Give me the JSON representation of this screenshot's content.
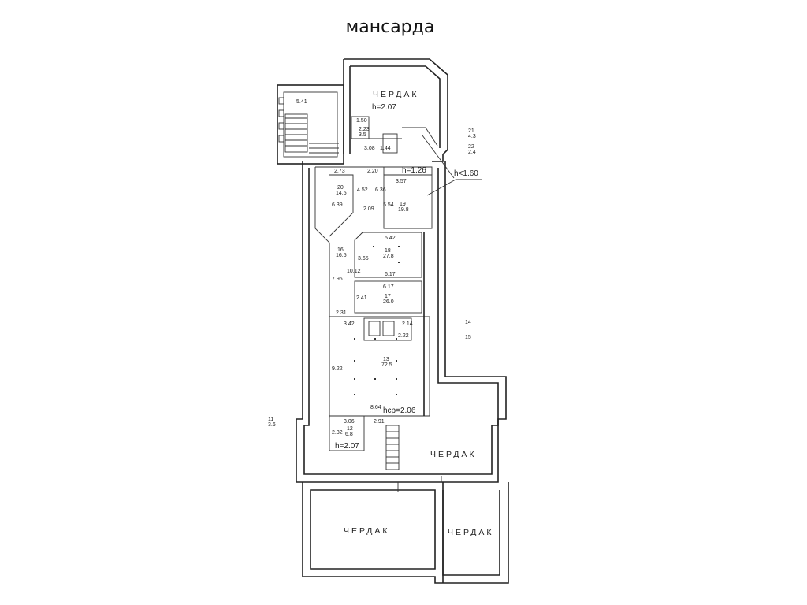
{
  "title": "мансарда",
  "rooms": {
    "cherdak_top": "ЧЕРДАК",
    "cherdak_mid": "ЧЕРДАК",
    "cherdak_bl": "ЧЕРДАК",
    "cherdak_br": "ЧЕРДАК"
  },
  "heights": {
    "top": "h=2.07",
    "r126": "h=1.26",
    "r160": "h<1.60",
    "avg": "hср=2.06",
    "small": "h=2.07"
  },
  "labels": {
    "d541": "5.41",
    "d150": "1.50",
    "d223": "2.23",
    "d35": "3.5",
    "d308": "3.08",
    "d144": "1.44",
    "d273": "2.73",
    "d220": "2.20",
    "d357": "3.57",
    "d639": "6.39",
    "d452": "4.52",
    "d636": "6.36",
    "d554": "5.54",
    "d209": "2.09",
    "r20": "20",
    "a145": "14.5",
    "r19": "19",
    "a198": "19.8",
    "d542": "5.42",
    "r18": "18",
    "a278": "27.8",
    "d365": "3.65",
    "d617a": "6.17",
    "d617b": "6.17",
    "r16": "16",
    "a165": "16.5",
    "d796": "7.96",
    "d1012": "10.12",
    "r17": "17",
    "a260": "26.0",
    "d241": "2.41",
    "d231": "2.31",
    "d342": "3.42",
    "d214": "2.14",
    "d222": "2.22",
    "r13": "13",
    "a725": "72.5",
    "d922": "9.22",
    "d864": "8.64",
    "d306": "3.06",
    "r12": "12",
    "a68": "6.8",
    "d232": "2.32",
    "d291": "2.91",
    "e21": "21",
    "e43": "4.3",
    "e22": "22",
    "e24": "2.4",
    "e14": "14",
    "e15": "15",
    "e11": "11",
    "e36": "3.6"
  }
}
